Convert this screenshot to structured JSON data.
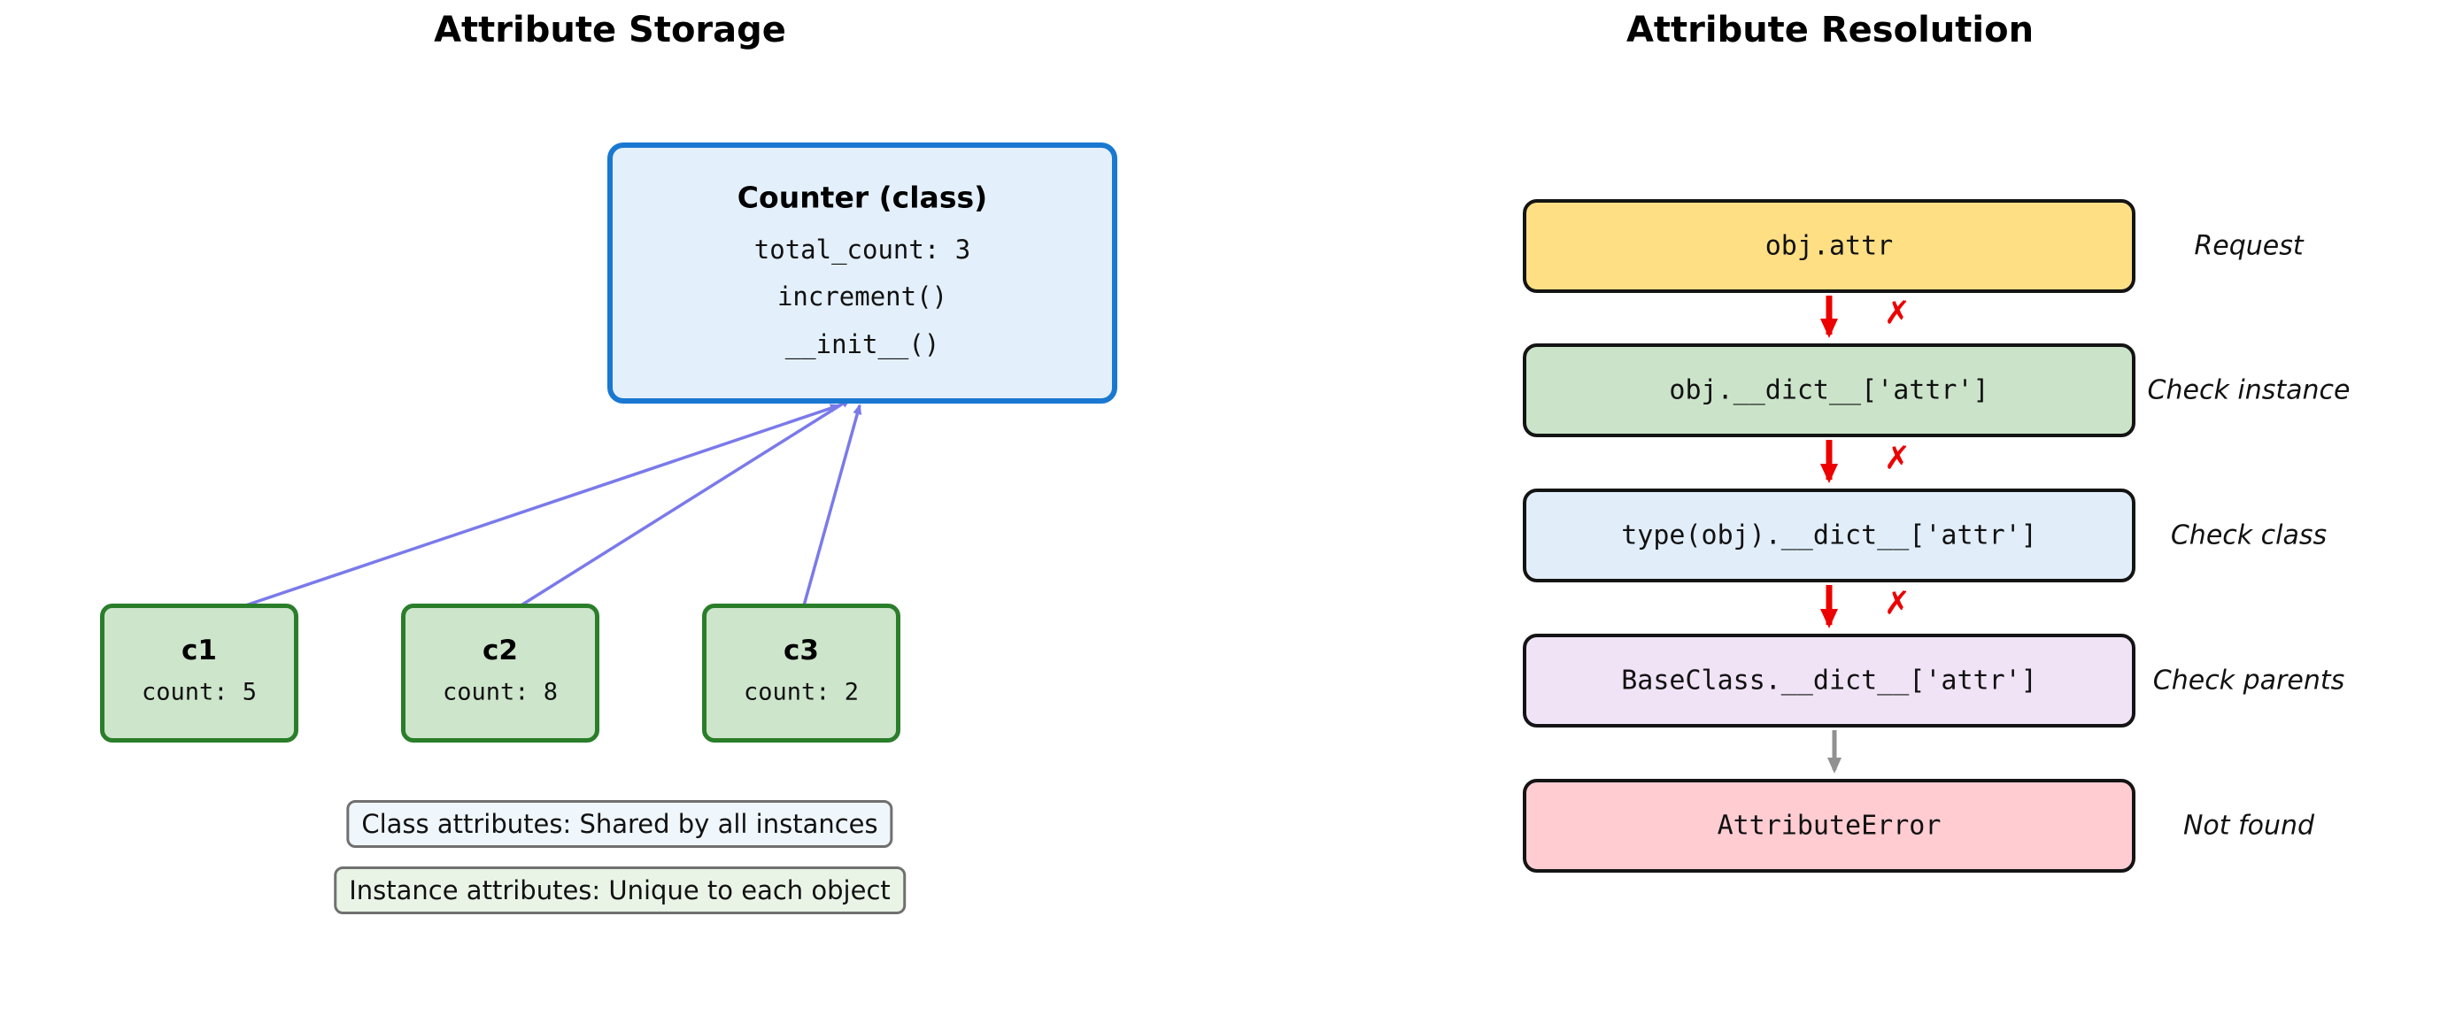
{
  "left": {
    "title": "Attribute Storage",
    "class_box": {
      "title": "Counter (class)",
      "attributes": [
        "total_count: 3",
        "increment()",
        "__init__()"
      ]
    },
    "instances": [
      {
        "name": "c1",
        "attr": "count: 5"
      },
      {
        "name": "c2",
        "attr": "count: 8"
      },
      {
        "name": "c3",
        "attr": "count: 2"
      }
    ],
    "legend": {
      "class_attributes": "Class attributes: Shared by all instances",
      "instance_attributes": "Instance attributes: Unique to each object"
    }
  },
  "right": {
    "title": "Attribute Resolution",
    "steps": [
      {
        "code": "obj.attr",
        "label": "Request"
      },
      {
        "code": "obj.__dict__['attr']",
        "label": "Check instance"
      },
      {
        "code": "type(obj).__dict__['attr']",
        "label": "Check class"
      },
      {
        "code": "BaseClass.__dict__['attr']",
        "label": "Check parents"
      },
      {
        "code": "AttributeError",
        "label": "Not found"
      }
    ],
    "fail_mark": "✗"
  },
  "colors": {
    "class_box_fill": "#e3f0fb",
    "class_box_border": "#1a78d1",
    "instance_box_fill": "#cde5cb",
    "instance_box_border": "#2a7e2a",
    "reference_arrow": "#6363e8",
    "fail_arrow": "#ec0000",
    "not_found_arrow": "#909090",
    "step_fills": [
      "#fedf84",
      "#cbe4c9",
      "#e1eefa",
      "#f0e3f6",
      "#ffccd2"
    ],
    "step_border": "#141414",
    "legend_class_fill": "#eff6fc",
    "legend_instance_fill": "#e9f4e7"
  }
}
